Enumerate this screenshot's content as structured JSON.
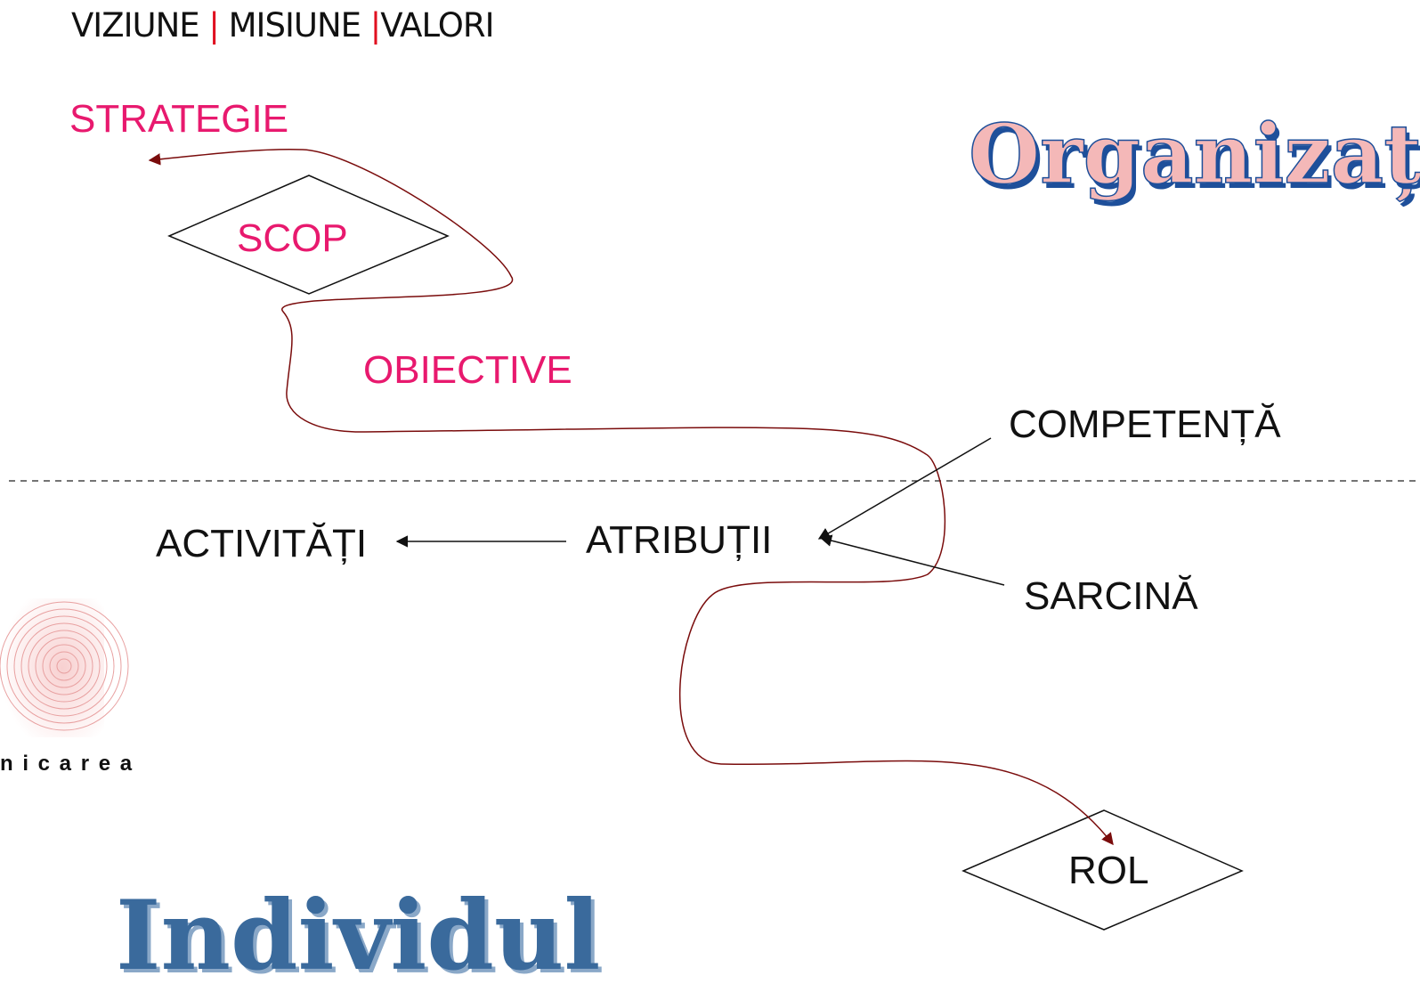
{
  "header": {
    "vision": "VIZIUNE",
    "mission": "MISIUNE",
    "values": "VALORI",
    "separator": "|"
  },
  "organization_title": "Organizația",
  "individual_title": "Individul",
  "nodes": {
    "strategy": "STRATEGIE",
    "goal": "SCOP",
    "objectives": "OBIECTIVE",
    "competence": "COMPETENȚĂ",
    "duties": "ATRIBUȚII",
    "activities": "ACTIVITĂȚI",
    "task": "SARCINĂ",
    "role": "ROL"
  },
  "logo_caption": "n i c a r e a",
  "colors": {
    "accent_text": "#e8196e",
    "flow_curve": "#7a0c0c",
    "separator_red": "#e01020",
    "individual_blue": "#3a6a9c",
    "organization_blue": "#1e4f9a",
    "organization_pink": "#f4b8b8"
  }
}
